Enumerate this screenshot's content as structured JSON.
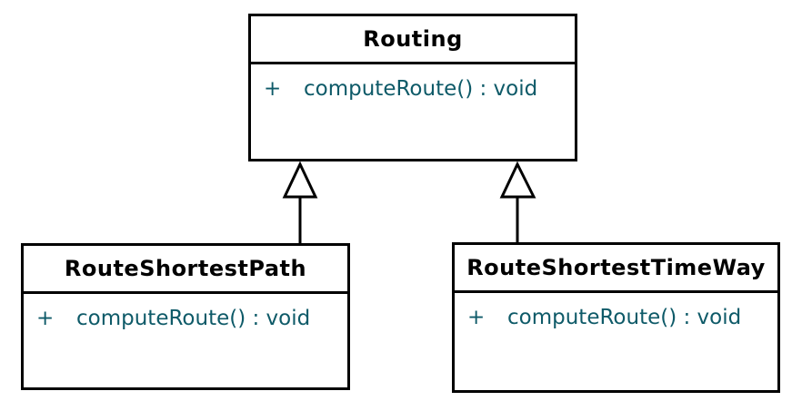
{
  "diagram": {
    "kind": "uml-class-diagram",
    "background": "#ffffff",
    "colors": {
      "box_border": "#000000",
      "class_name_text": "#000000",
      "member_text": "#0e5a68"
    },
    "classes": [
      {
        "name": "Routing",
        "members": [
          {
            "visibility": "+",
            "signature": "computeRoute() : void"
          }
        ]
      },
      {
        "name": "RouteShortestPath",
        "members": [
          {
            "visibility": "+",
            "signature": "computeRoute() : void"
          }
        ]
      },
      {
        "name": "RouteShortestTimeWay",
        "members": [
          {
            "visibility": "+",
            "signature": "computeRoute() : void"
          }
        ]
      }
    ],
    "relationships": [
      {
        "type": "generalization",
        "from": "RouteShortestPath",
        "to": "Routing"
      },
      {
        "type": "generalization",
        "from": "RouteShortestTimeWay",
        "to": "Routing"
      }
    ]
  }
}
